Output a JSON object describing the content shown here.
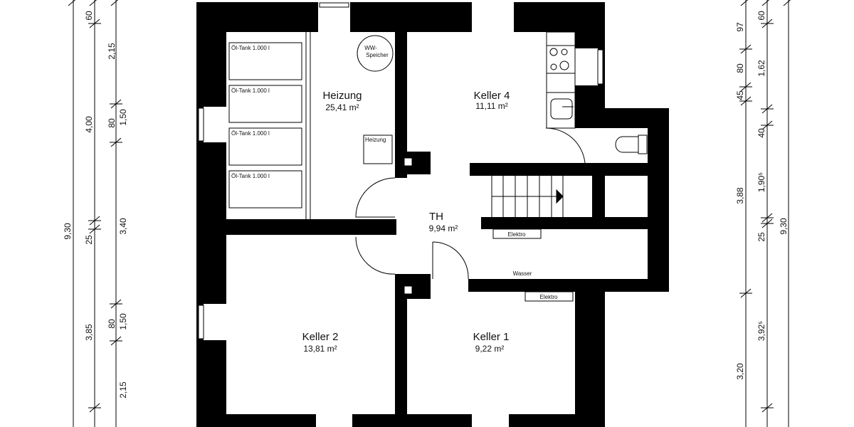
{
  "rooms": {
    "heizung": {
      "name": "Heizung",
      "area": "25,41 m²"
    },
    "keller4": {
      "name": "Keller 4",
      "area": "11,11 m²"
    },
    "th": {
      "name": "TH",
      "area": "9,94 m²"
    },
    "keller2": {
      "name": "Keller 2",
      "area": "13,81 m²"
    },
    "keller1": {
      "name": "Keller 1",
      "area": "9,22 m²"
    }
  },
  "fixtures": {
    "tanks": [
      "Öl-Tank 1.000 l",
      "Öl-Tank 1.000 l",
      "Öl-Tank 1.000 l",
      "Öl-Tank 1.000 l"
    ],
    "ww_speicher_1": "WW-",
    "ww_speicher_2": "Speicher",
    "heizung_unit": "Heizung",
    "elektro_1": "Elektro",
    "elektro_2": "Elektro",
    "wasser": "Wasser"
  },
  "dimensions": {
    "left": {
      "total": "9,30",
      "col2": [
        "60",
        "4,00",
        "25",
        "3,85"
      ],
      "col3": [
        "2,15",
        "80",
        "1,50",
        "3,40",
        "80",
        "1,50",
        "2,15"
      ]
    },
    "right": {
      "col1": [
        "97",
        "80",
        "45",
        "3,88",
        "3,20"
      ],
      "col2": [
        "60",
        "1,62",
        "40",
        "1,90⁵",
        "25",
        "3,92⁵"
      ],
      "total": "9,30"
    }
  }
}
